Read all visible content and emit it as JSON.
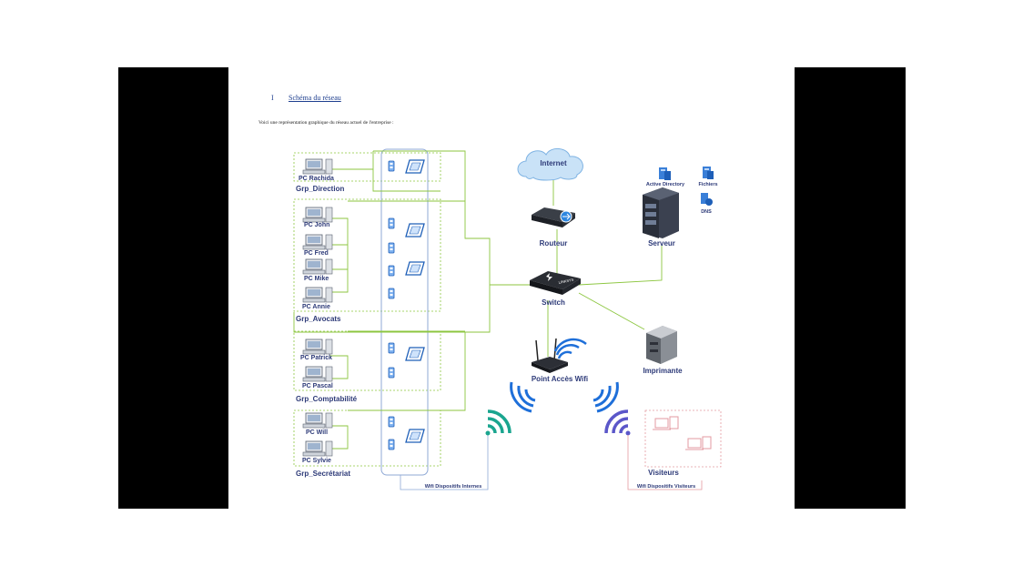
{
  "document": {
    "section_number": "I",
    "section_title": "Schéma du réseau",
    "intro": "Voici une représentation graphique du réseau actuel de l'entreprise :"
  },
  "network": {
    "groups": [
      {
        "name": "Grp_Direction",
        "pcs": [
          "PC Rachida"
        ]
      },
      {
        "name": "Grp_Avocats",
        "pcs": [
          "PC John",
          "PC Fred",
          "PC Mike",
          "PC Annie"
        ]
      },
      {
        "name": "Grp_Comptabilité",
        "pcs": [
          "PC Patrick",
          "PC Pascal"
        ]
      },
      {
        "name": "Grp_Secrétariat",
        "pcs": [
          "PC Will",
          "PC Sylvie"
        ]
      }
    ],
    "internet": "Internet",
    "router": "Routeur",
    "switch": "Switch",
    "switch_brand": "LINKSYS",
    "server": "Serveur",
    "services": {
      "active_directory": "Active Directory",
      "files": "Fichiers",
      "dns": "DNS"
    },
    "wifi_ap": "Point Accès Wifi",
    "printer": "Imprimante",
    "visitors": "Visiteurs",
    "wifi_internal": "Wifi Dispositifs Internes",
    "wifi_visitors": "Wifi Dispositifs Visiteurs"
  },
  "colors": {
    "link": "#8cc63f",
    "wifi_blue": "#1e6fd9",
    "wifi_teal": "#1aa58f",
    "wifi_indigo": "#5b57c9",
    "visitor_pink": "#e39aa0",
    "label": "#2d3a78",
    "bar": "#000000"
  }
}
